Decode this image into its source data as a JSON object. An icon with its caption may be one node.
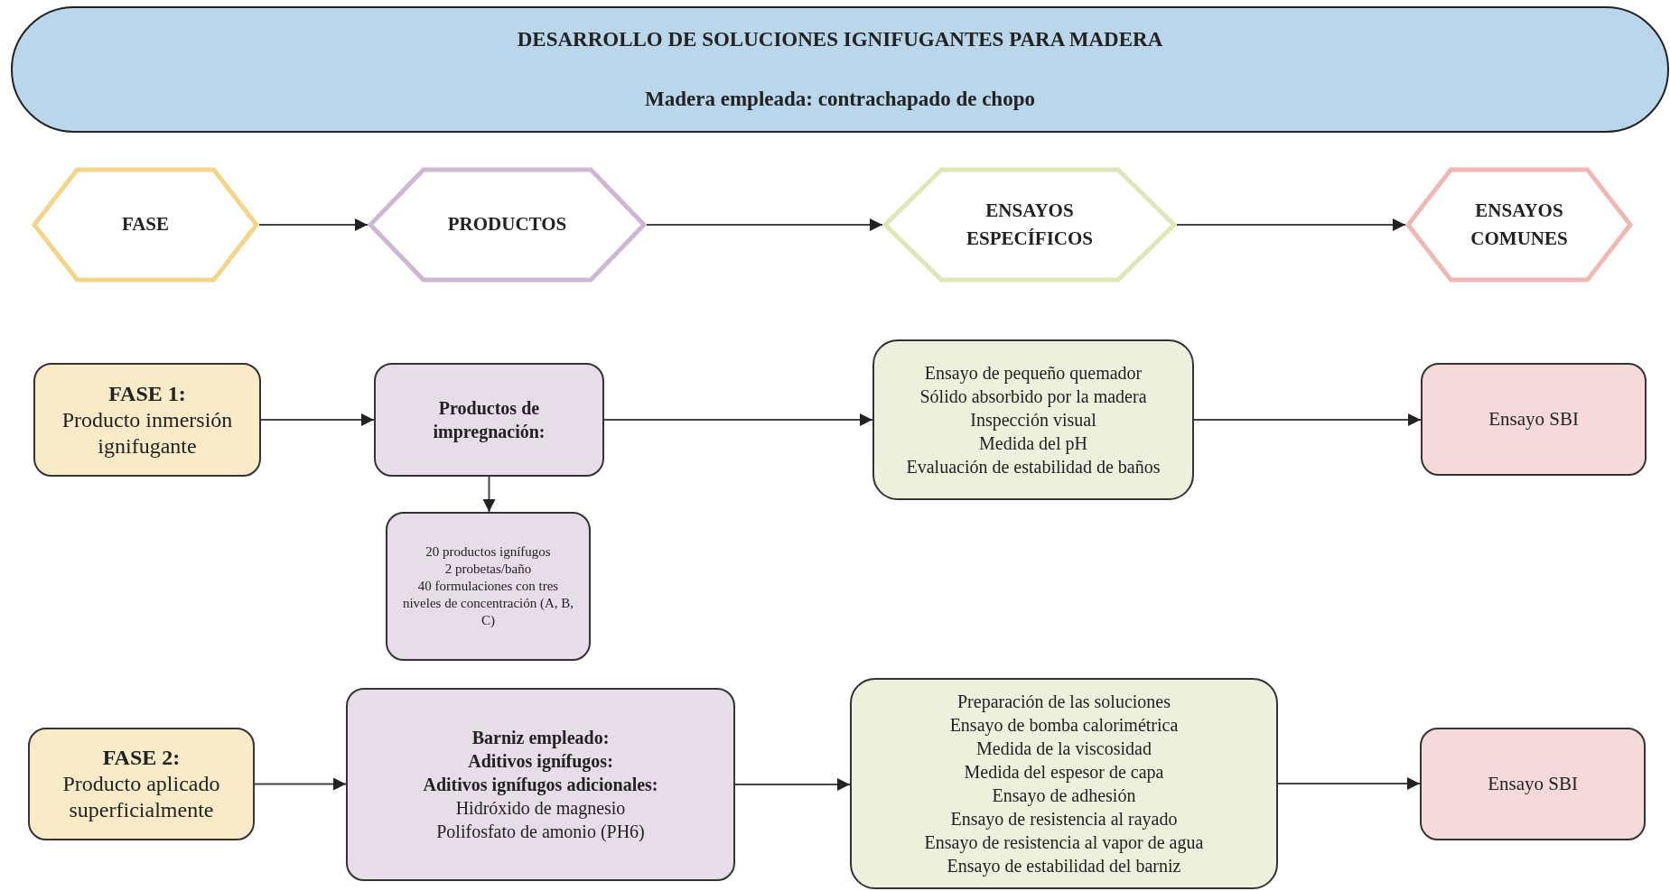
{
  "diagram": {
    "nodes": [
      {
        "text": [
          "DESARROLLO DE SOLUCIONES IGNIFUGANTES PARA MADERA",
          "Madera empleada: contrachapado de chopo"
        ]
      },
      {
        "text": [
          "FASE"
        ]
      },
      {
        "text": [
          "PRODUCTOS"
        ]
      },
      {
        "text": [
          "ENSAYOS ESPECÍFICOS"
        ]
      },
      {
        "text": [
          "ENSAYOS COMUNES"
        ]
      },
      {
        "text": [
          "FASE 1:",
          "Producto inmersión ignifugante"
        ]
      },
      {
        "text": [
          "Productos de impregnación:"
        ]
      },
      {
        "text": [
          "Ensayo de pequeño quemador",
          "Sólido absorbido por la madera",
          "Inspección visual",
          "Medida del pH",
          "Evaluación de estabilidad de baños"
        ]
      },
      {
        "text": [
          "Ensayo SBI"
        ]
      },
      {
        "text": [
          "20 productos ignífugos",
          "2 probetas/baño",
          "40 formulaciones con tres niveles de concentración (A, B, C)"
        ]
      },
      {
        "text": [
          "FASE 2:",
          "Producto aplicado superficialmente"
        ]
      },
      {
        "text": [
          "Barniz empleado:",
          "Aditivos ignífugos:",
          "Aditivos ignífugos adicionales:",
          "Hidróxido de magnesio",
          "Polifosfato de amonio (PH6)"
        ]
      },
      {
        "text": [
          "Preparación de las soluciones",
          "Ensayo de bomba calorimétrica",
          "Medida de la viscosidad",
          "Medida del espesor de capa",
          "Ensayo de adhesión",
          "Ensayo de resistencia al rayado",
          "Ensayo de resistencia al vapor de agua",
          "Ensayo de estabilidad del barniz"
        ]
      },
      {
        "text": [
          "Ensayo SBI"
        ]
      }
    ],
    "edges": [
      {
        "from": 1,
        "to": 2,
        "arrow": "to"
      },
      {
        "from": 2,
        "to": 3,
        "arrow": "to"
      },
      {
        "from": 3,
        "to": 4,
        "arrow": "to"
      },
      {
        "from": 5,
        "to": 6,
        "arrow": "to"
      },
      {
        "from": 6,
        "to": 7,
        "arrow": "to"
      },
      {
        "from": 7,
        "to": 8,
        "arrow": "to"
      },
      {
        "from": 6,
        "to": 9,
        "arrow": "to"
      },
      {
        "from": 10,
        "to": 11,
        "arrow": "to"
      },
      {
        "from": 11,
        "to": 12,
        "arrow": "to"
      },
      {
        "from": 12,
        "to": 13,
        "arrow": "to"
      }
    ]
  }
}
